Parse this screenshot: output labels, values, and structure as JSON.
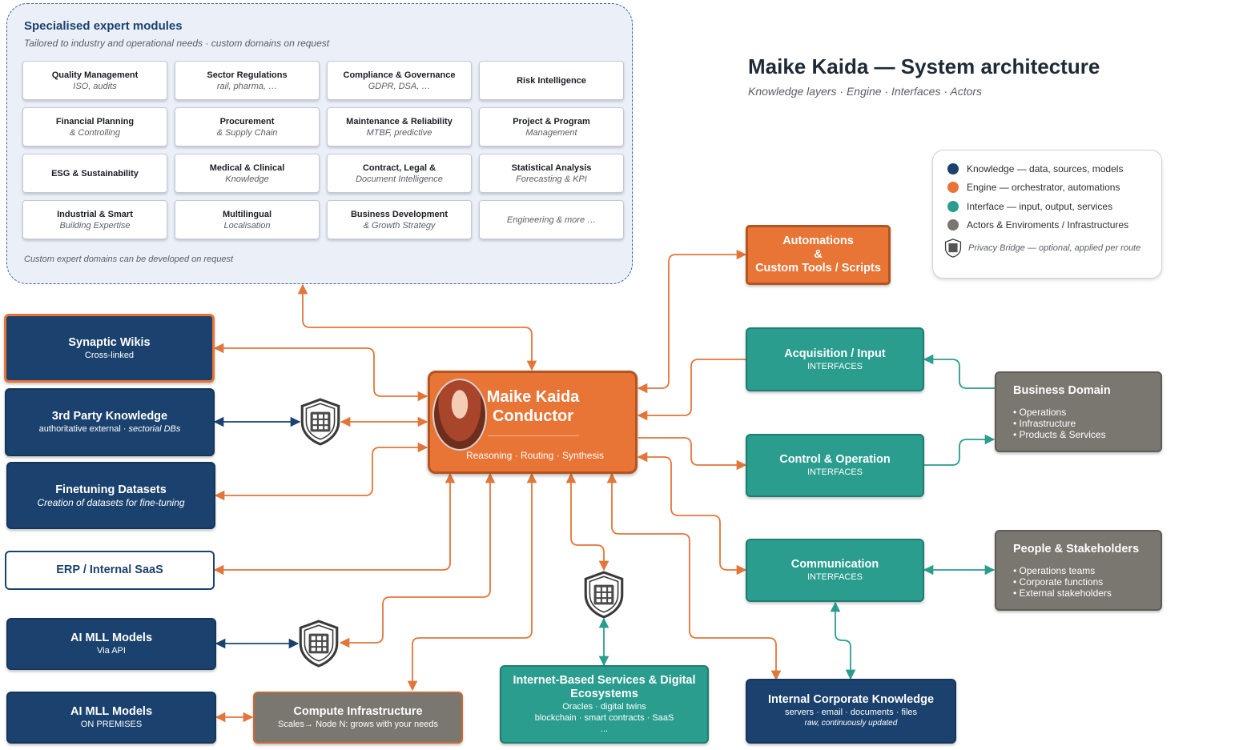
{
  "title": "Maike Kaida — System architecture",
  "subtitle": "Knowledge layers · Engine · Interfaces · Actors",
  "modules": {
    "title": "Specialised expert modules",
    "subtitle": "Tailored to industry and operational needs · custom domains on request",
    "footer": "Custom expert domains can be developed on request",
    "cards": [
      {
        "title": "Quality Management",
        "sub": "ISO, audits"
      },
      {
        "title": "Sector Regulations",
        "sub": "rail, pharma, …"
      },
      {
        "title": "Compliance & Governance",
        "sub": "GDPR, DSA, …"
      },
      {
        "title": "Risk Intelligence",
        "sub": ""
      },
      {
        "title": "Financial Planning",
        "sub": "& Controlling"
      },
      {
        "title": "Procurement",
        "sub": "& Supply Chain"
      },
      {
        "title": "Maintenance & Reliability",
        "sub": "MTBF, predictive"
      },
      {
        "title": "Project & Program",
        "sub": "Management"
      },
      {
        "title": "ESG & Sustainability",
        "sub": ""
      },
      {
        "title": "Medical & Clinical",
        "sub": "Knowledge"
      },
      {
        "title": "Contract, Legal &",
        "sub": "Document Intelligence"
      },
      {
        "title": "Statistical Analysis",
        "sub": "Forecasting & KPI"
      },
      {
        "title": "Industrial & Smart",
        "sub": "Building Expertise"
      },
      {
        "title": "Multilingual",
        "sub": "Localisation"
      },
      {
        "title": "Business Development",
        "sub": "& Growth Strategy"
      },
      {
        "title": "",
        "sub": "Engineering & more …"
      }
    ]
  },
  "legend": {
    "items": [
      {
        "label": "Knowledge — data, sources, models",
        "color": "#1b426e"
      },
      {
        "label": "Engine — orchestrator, automations",
        "color": "#e87436"
      },
      {
        "label": "Interface — input, output, services",
        "color": "#2a9d8f"
      },
      {
        "label": "Actors & Enviroments / Infrastructures",
        "color": "#7a7670"
      }
    ],
    "privacy": "Privacy Bridge — optional, applied per route"
  },
  "conductor": {
    "name": "Maike Kaida Conductor",
    "tagline": "Reasoning · Routing · Synthesis"
  },
  "knowledge": {
    "wikis": {
      "title": "Synaptic Wikis",
      "sub": "Cross-linked"
    },
    "third_party": {
      "title": "3rd Party Knowledge",
      "sub_a": "authoritative external · ",
      "sub_b": "sectorial DBs"
    },
    "finetuning": {
      "title": "Finetuning Datasets",
      "sub": "Creation of datasets for fine-tuning"
    },
    "erp": {
      "title": "ERP / Internal SaaS"
    },
    "mll_api": {
      "title": "AI MLL Models",
      "sub": "Via API"
    },
    "mll_prem": {
      "title": "AI MLL Models",
      "sub": "ON PREMISES"
    },
    "corporate": {
      "title": "Internal Corporate Knowledge",
      "sub": "servers · email · documents · files",
      "sub2": "raw, continuously updated"
    }
  },
  "engine": {
    "automations": {
      "line1": "Automations",
      "line2": "&",
      "line3": "Custom Tools / Scripts"
    }
  },
  "interfaces": {
    "acquisition": {
      "title": "Acquisition / Input",
      "sub": "INTERFACES"
    },
    "control": {
      "title": "Control & Operation",
      "sub": "INTERFACES"
    },
    "communication": {
      "title": "Communication",
      "sub": "INTERFACES"
    },
    "internet": {
      "title": "Internet-Based Services & Digital Ecosystems",
      "sub1": "Oracles · digital twins",
      "sub2": "blockchain · smart contracts · SaaS",
      "sub3": "..."
    }
  },
  "actors": {
    "business": {
      "title": "Business Domain",
      "items": [
        "• Operations",
        "• Infrastructure",
        "• Products & Services"
      ]
    },
    "people": {
      "title": "People & Stakeholders",
      "items": [
        "• Operations teams",
        "• Corporate functions",
        "• External stakeholders"
      ]
    },
    "compute": {
      "title": "Compute Infrastructure",
      "sub": "Scales→ Node N:  grows with your needs"
    }
  }
}
